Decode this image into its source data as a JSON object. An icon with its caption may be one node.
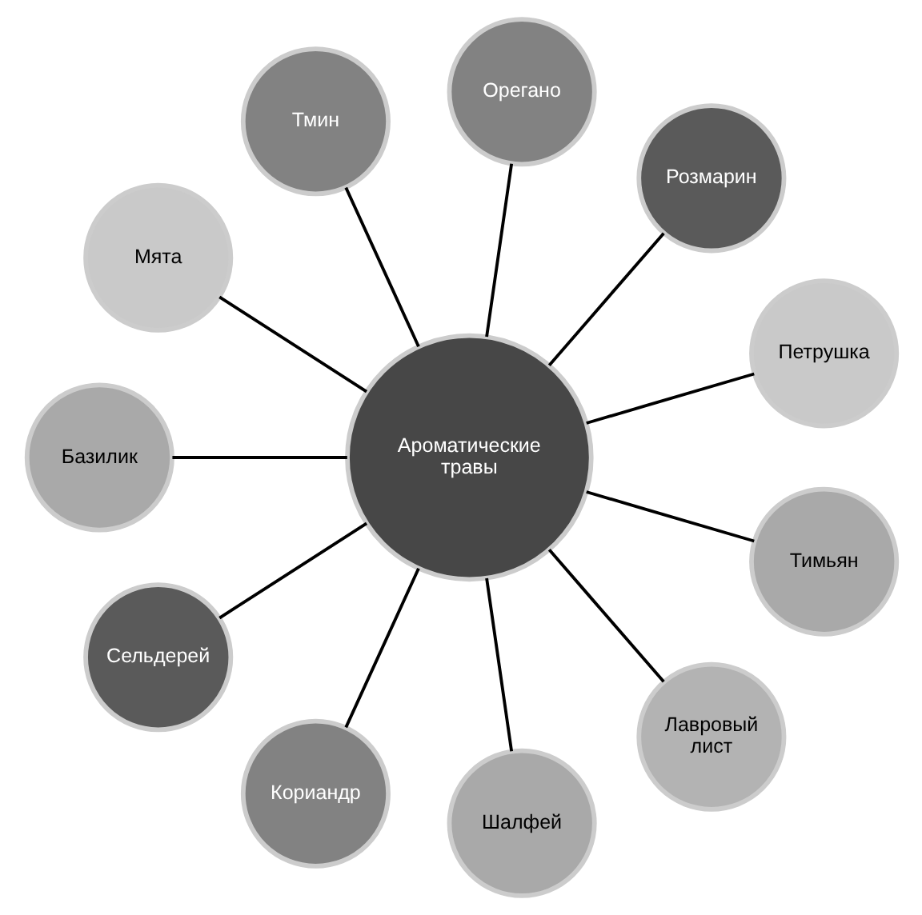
{
  "diagram": {
    "nodes": [
      {
        "text": [
          "Ароматические травы"
        ]
      },
      {
        "text": [
          "Петрушка"
        ]
      },
      {
        "text": [
          "Розмарин"
        ]
      },
      {
        "text": [
          "Орегано"
        ]
      },
      {
        "text": [
          "Тмин"
        ]
      },
      {
        "text": [
          "Мята"
        ]
      },
      {
        "text": [
          "Базилик"
        ]
      },
      {
        "text": [
          "Сельдерей"
        ]
      },
      {
        "text": [
          "Кориандр"
        ]
      },
      {
        "text": [
          "Шалфей"
        ]
      },
      {
        "text": [
          "Лавровый лист"
        ]
      },
      {
        "text": [
          "Тимьян"
        ]
      }
    ],
    "edges": [
      {
        "from": 0,
        "to": 1,
        "arrow": "none"
      },
      {
        "from": 0,
        "to": 2,
        "arrow": "none"
      },
      {
        "from": 0,
        "to": 3,
        "arrow": "none"
      },
      {
        "from": 0,
        "to": 4,
        "arrow": "none"
      },
      {
        "from": 0,
        "to": 5,
        "arrow": "none"
      },
      {
        "from": 0,
        "to": 6,
        "arrow": "none"
      },
      {
        "from": 0,
        "to": 7,
        "arrow": "none"
      },
      {
        "from": 0,
        "to": 8,
        "arrow": "none"
      },
      {
        "from": 0,
        "to": 9,
        "arrow": "none"
      },
      {
        "from": 0,
        "to": 10,
        "arrow": "none"
      },
      {
        "from": 0,
        "to": 11,
        "arrow": "none"
      }
    ]
  }
}
